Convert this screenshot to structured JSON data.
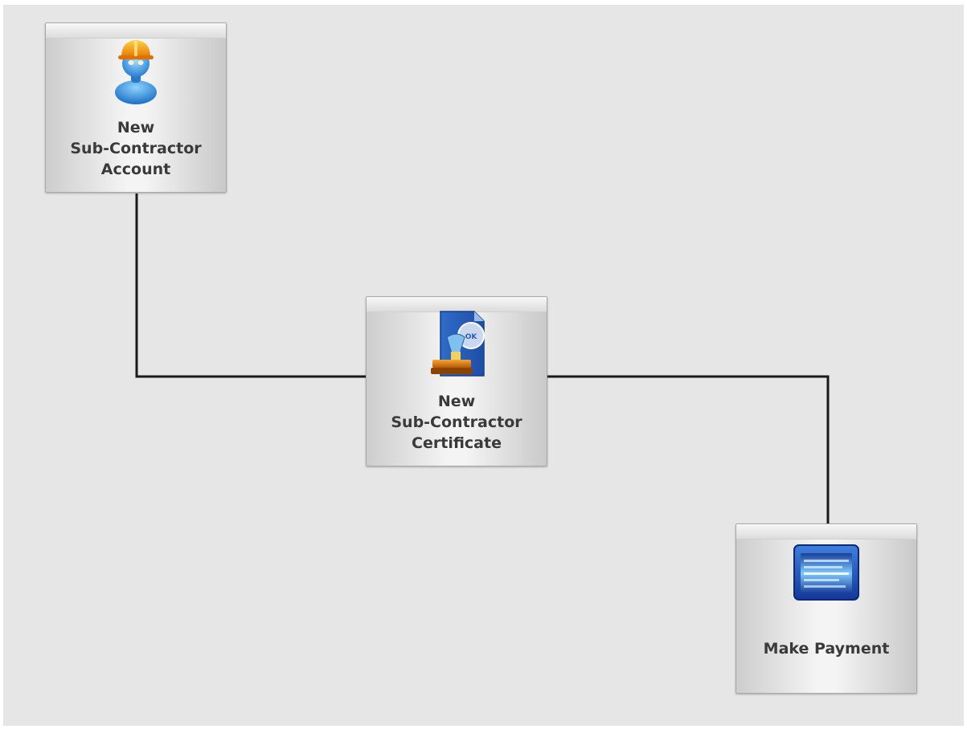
{
  "workflow": {
    "nodes": [
      {
        "id": "account",
        "label": "New\nSub-Contractor\nAccount",
        "icon": "construction-worker-icon"
      },
      {
        "id": "certificate",
        "label": "New\nSub-Contractor\nCertificate",
        "icon": "certificate-stamp-icon"
      },
      {
        "id": "payment",
        "label": "Make Payment",
        "icon": "payment-window-icon"
      }
    ],
    "connector_color": "#1a1a1a",
    "canvas_color": "#e6e6e6"
  }
}
